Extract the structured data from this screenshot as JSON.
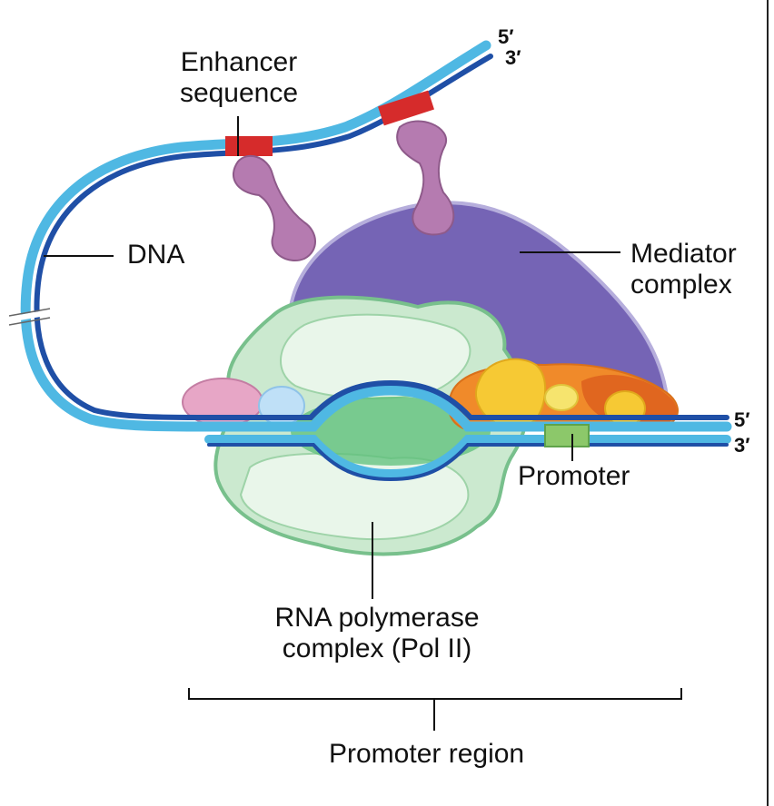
{
  "labels": {
    "enhancer_line1": "Enhancer",
    "enhancer_line2": "sequence",
    "dna": "DNA",
    "mediator_line1": "Mediator",
    "mediator_line2": "complex",
    "promoter": "Promoter",
    "polymerase_line1": "RNA polymerase",
    "polymerase_line2": "complex (Pol II)",
    "promoter_region": "Promoter region"
  },
  "strand_ends": {
    "top_five": "5′",
    "top_three": "3′",
    "right_five": "5′",
    "right_three": "3′"
  },
  "colors": {
    "dna_dark": "#1f4fa6",
    "dna_light": "#4fb8e3",
    "enhancer_red": "#d62b2b",
    "activator_mauve": "#b57bb0",
    "mediator_purple": "#7564b5",
    "polymerase_green": "#a9dbb4",
    "promoter_green": "#8cc86a",
    "pink_factor": "#e7a6c6",
    "blue_factor": "#bfe0f7",
    "orange_factor": "#f08a2a",
    "yellow_factor": "#f6c934"
  }
}
